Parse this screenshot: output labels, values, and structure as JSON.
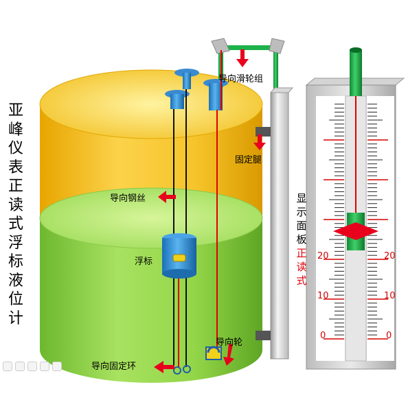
{
  "title_chars": [
    "亚",
    "峰",
    "仪",
    "表",
    "正",
    "读",
    "式",
    "浮",
    "标",
    "液",
    "位",
    "计"
  ],
  "labels": {
    "pulley_group": "导向滑轮组",
    "fixed_leg": "固定腿",
    "guide_wire": "导向钢丝",
    "float": "浮标",
    "guide_wheel": "导向轮",
    "guide_ring": "导向固定环"
  },
  "panel_label_line1": [
    "显",
    "示",
    "面",
    "板"
  ],
  "panel_label_line2": [
    "正",
    "读",
    "式"
  ],
  "scale_numbers": [
    "20",
    "10",
    "0"
  ],
  "colors": {
    "tank_top": "#f5b800",
    "tank_liquid": "#8fd14a",
    "pipe_green": "#1db34a",
    "arrow_red": "#e8001c",
    "wire_red": "#e00000",
    "scale_red": "#d40000",
    "float_blue": "#2a8fd6"
  },
  "icons": [
    "arrow-left-icon",
    "arrow-down-icon",
    "diamond-marker-icon"
  ]
}
